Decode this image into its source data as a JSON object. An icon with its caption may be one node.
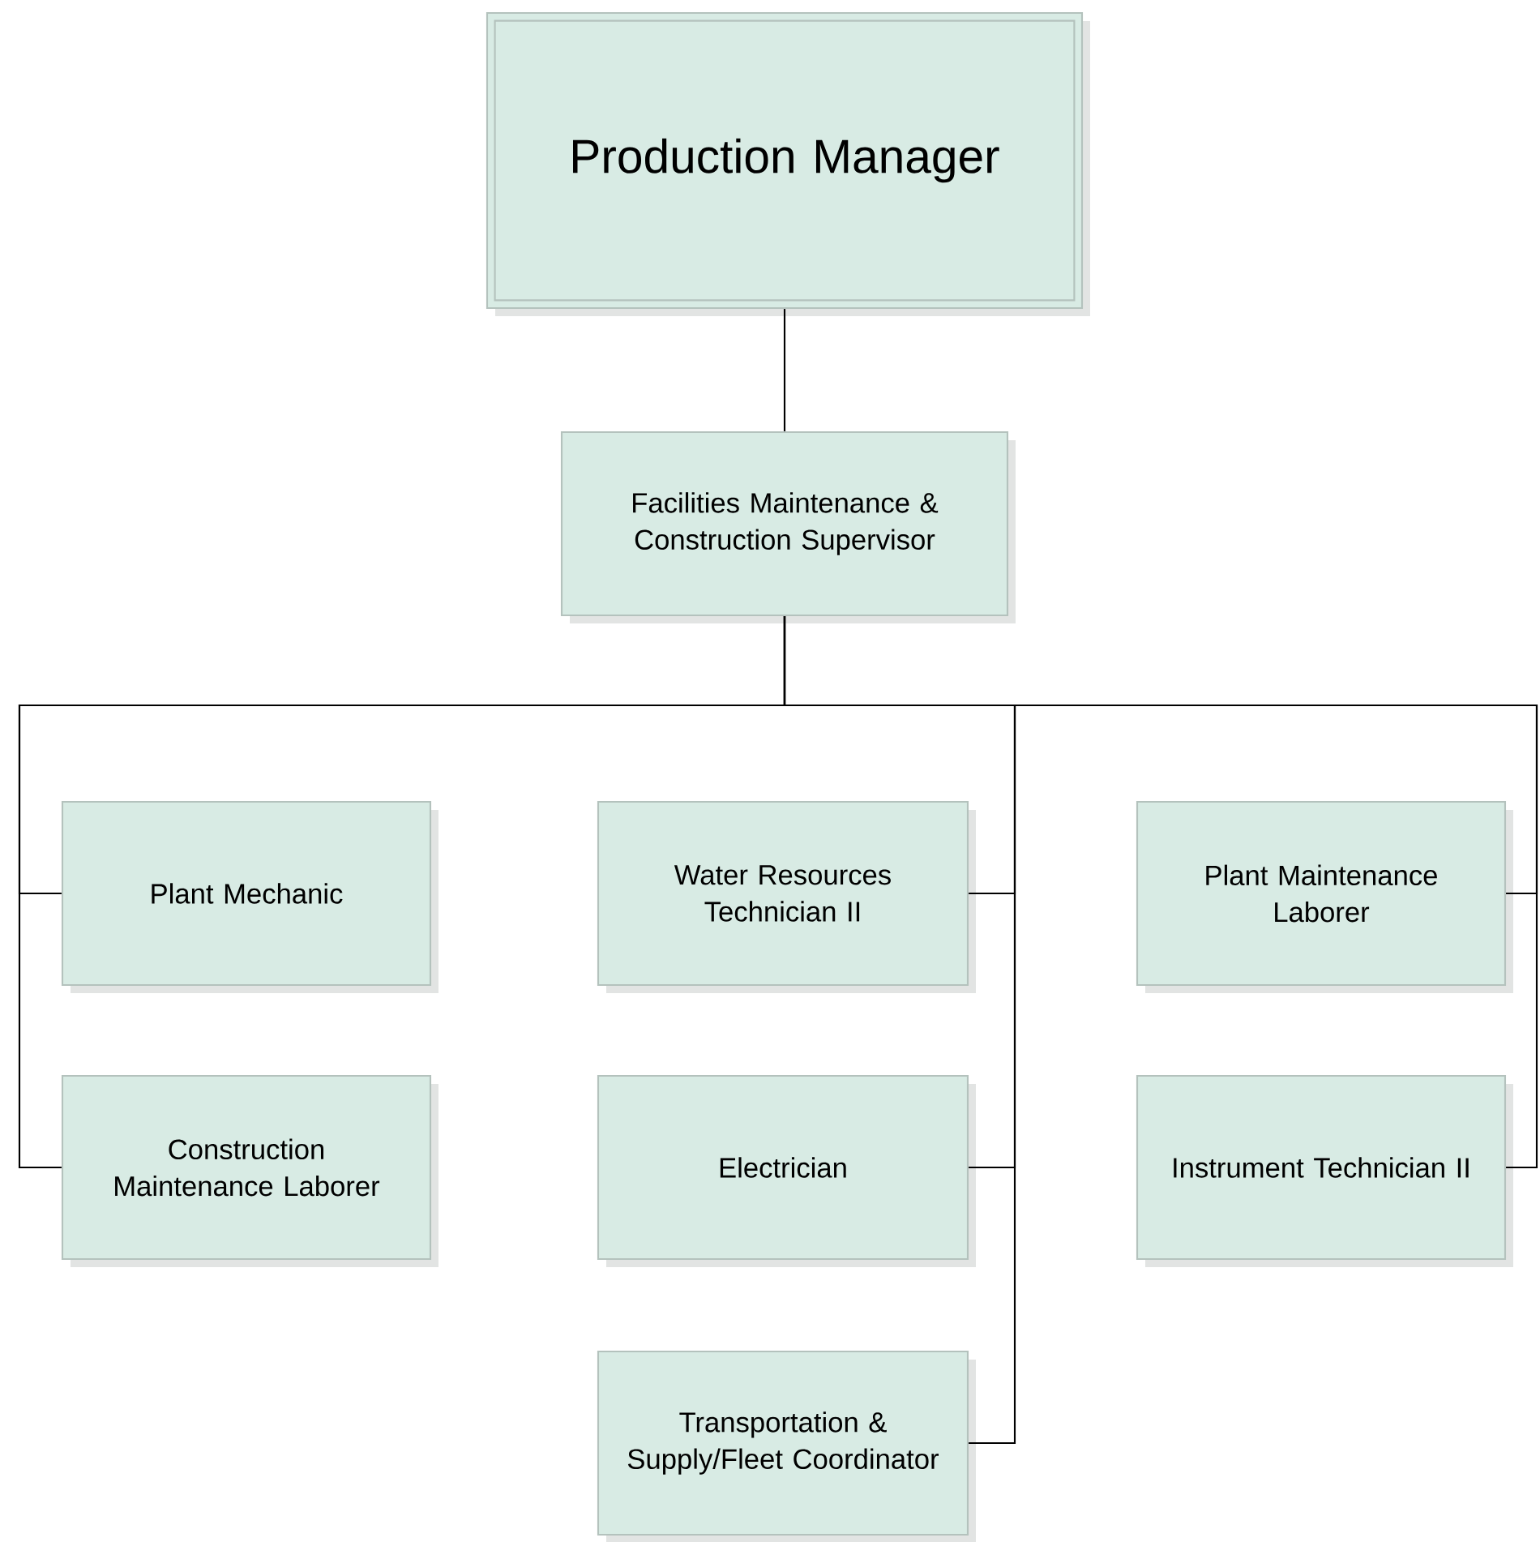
{
  "diagram": {
    "nodes": [
      {
        "text": [
          "Production Manager"
        ]
      },
      {
        "text": [
          "Facilities Maintenance & Construction Supervisor"
        ]
      },
      {
        "text": [
          "Plant Mechanic"
        ]
      },
      {
        "text": [
          "Construction Maintenance Laborer"
        ]
      },
      {
        "text": [
          "Water Resources Technician II"
        ]
      },
      {
        "text": [
          "Electrician"
        ]
      },
      {
        "text": [
          "Transportation & Supply/Fleet Coordinator"
        ]
      },
      {
        "text": [
          "Plant Maintenance Laborer"
        ]
      },
      {
        "text": [
          "Instrument Technician II"
        ]
      }
    ],
    "edges": [
      {
        "from": 0,
        "to": 1,
        "arrow": "none"
      },
      {
        "from": 1,
        "to": 2,
        "arrow": "none"
      },
      {
        "from": 1,
        "to": 3,
        "arrow": "none"
      },
      {
        "from": 1,
        "to": 4,
        "arrow": "none"
      },
      {
        "from": 1,
        "to": 5,
        "arrow": "none"
      },
      {
        "from": 1,
        "to": 6,
        "arrow": "none"
      },
      {
        "from": 1,
        "to": 7,
        "arrow": "none"
      },
      {
        "from": 1,
        "to": 8,
        "arrow": "none"
      }
    ]
  }
}
